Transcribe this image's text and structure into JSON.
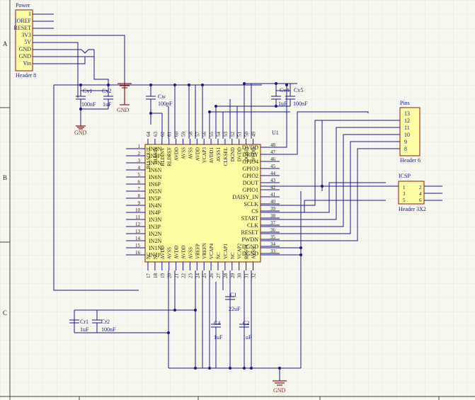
{
  "border": {
    "rows": [
      "A",
      "B",
      "C"
    ]
  },
  "power_header": {
    "title": "Power",
    "pins": [
      "1",
      "IOREF",
      "RESET",
      "3V3",
      "5V",
      "GND",
      "GND",
      "Vin"
    ],
    "name": "Header 8"
  },
  "pins_header": {
    "title": "Pins",
    "pins": [
      "13",
      "12",
      "11",
      "10",
      "9",
      "8"
    ],
    "name": "Header 6"
  },
  "icsp_header": {
    "title": "ICSP",
    "pins": [
      "1",
      "2",
      "3",
      "4",
      "5",
      "6"
    ],
    "name": "Header 3X2"
  },
  "chip": {
    "ref": "U1",
    "left_pin_numbers": [
      "1",
      "2",
      "3",
      "4",
      "5",
      "6",
      "7",
      "8",
      "9",
      "10",
      "11",
      "12",
      "13",
      "14",
      "15",
      "16"
    ],
    "left_pin_labels": [
      "IN8N",
      "IN8P",
      "IN7N",
      "IN6N",
      "IN6N",
      "IN6P",
      "IN5N",
      "IN5P",
      "IN4N",
      "IN4P",
      "IN3N",
      "IN3P",
      "IN2N",
      "IN2N",
      "IN1N",
      "IN1P"
    ],
    "right_pin_numbers": [
      "48",
      "47",
      "46",
      "45",
      "44",
      "43",
      "42",
      "41",
      "40",
      "39",
      "38",
      "37",
      "36",
      "35",
      "34",
      "33"
    ],
    "right_pin_labels": [
      "DVDD",
      "DRDY",
      "GPIO4",
      "GPIO3",
      "GPIO2",
      "DOUT",
      "GPIO1",
      "DAISY_IN",
      "SCLK",
      "CS",
      "START",
      "CLK",
      "RESET",
      "PWDN",
      "DGND",
      "DGND"
    ],
    "top_pin_numbers": [
      "64",
      "63",
      "62",
      "61",
      "60",
      "59",
      "58",
      "57",
      "56",
      "55",
      "54",
      "53",
      "52",
      "51",
      "50",
      "49"
    ],
    "top_pin_labels": [
      "BIASOUT",
      "BIASIN",
      "RLDINV",
      "RLDREF",
      "AVDD",
      "AVSS",
      "AVSS",
      "AVDD",
      "VCAP3",
      "AVDD1",
      "AVSS1",
      "CLKSEL",
      "DGND",
      "DVDD",
      "DGND",
      "DVDD"
    ],
    "bottom_pin_numbers": [
      "17",
      "18",
      "19",
      "20",
      "21",
      "22",
      "23",
      "24",
      "25",
      "26",
      "27",
      "28",
      "29",
      "30",
      "31",
      "32"
    ],
    "bottom_pin_labels": [
      "NC",
      "NC",
      "AVDD",
      "AVSS",
      "AVDD",
      "AVDD",
      "AVSS",
      "VREFP",
      "VREFN",
      "VCAP4",
      "NC",
      "VCAP1",
      "NC",
      "VCAP2",
      "RESV1",
      "AVSS"
    ]
  },
  "components": {
    "cv1": {
      "ref": "Cv1",
      "value": "100nF"
    },
    "cv2": {
      "ref": "Cv2",
      "value": "1uF"
    },
    "cw": {
      "ref": "Cw",
      "value": "100pF"
    },
    "cv4": {
      "ref": "Cv4",
      "value": "1uF"
    },
    "cv5": {
      "ref": "Cv5",
      "value": "100nF"
    },
    "cr1": {
      "ref": "Cr1",
      "value": "1uF"
    },
    "cr2": {
      "ref": "Cr2",
      "value": "100nF"
    },
    "c1": {
      "ref": "C1",
      "value": "22uF"
    },
    "c4": {
      "ref": "C4",
      "value": "1uF"
    },
    "c2": {
      "ref": "C2",
      "value": "1uF"
    }
  },
  "gnd_labels": [
    "GND",
    "GND",
    "GND"
  ],
  "colors": {
    "wire": "#1a1a8c",
    "chip_fill": "#fdfda4",
    "chip_border": "#8b1a1a",
    "label": "#1a1a8c",
    "ground": "#8b1a1a",
    "grid": "#e4e4dc"
  }
}
